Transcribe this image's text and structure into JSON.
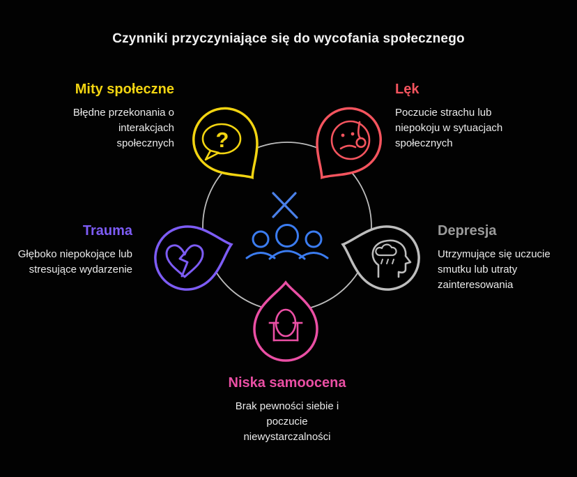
{
  "title": "Czynniki przyczyniające się do wycofania społecznego",
  "hub": {
    "circle_color": "#bdbdbd",
    "x_mark_color": "#4a80e8",
    "people_color": "#3b7cf0"
  },
  "nodes": [
    {
      "id": "mity-spoleczne",
      "label": "Mity społeczne",
      "description_lines": [
        "Błędne przekonania o",
        "interakcjach",
        "społecznych"
      ],
      "color": "#f2d411",
      "icon": "question-speech-bubble-icon",
      "icon_glyph": "?"
    },
    {
      "id": "lek",
      "label": "Lęk",
      "description_lines": [
        "Poczucie strachu lub",
        "niepokoju w sytuacjach",
        "społecznych"
      ],
      "color": "#f4545e",
      "icon": "anxious-face-icon"
    },
    {
      "id": "depresja",
      "label": "Depresja",
      "description_lines": [
        "Utrzymujące się uczucie",
        "smutku lub utraty",
        "zainteresowania"
      ],
      "color": "#9a9a9a",
      "pin_color": "#bdbdbd",
      "icon": "head-rain-cloud-icon"
    },
    {
      "id": "trauma",
      "label": "Trauma",
      "description_lines": [
        "Głęboko niepokojące lub",
        "stresujące wydarzenie"
      ],
      "color": "#7d5cf5",
      "icon": "broken-heart-icon"
    },
    {
      "id": "niska-samoocena",
      "label": "Niska samoocena",
      "description_lines": [
        "Brak pewności siebie i",
        "poczucie",
        "niewystarczalności"
      ],
      "color": "#ea4fa4",
      "icon": "mirror-icon"
    }
  ]
}
